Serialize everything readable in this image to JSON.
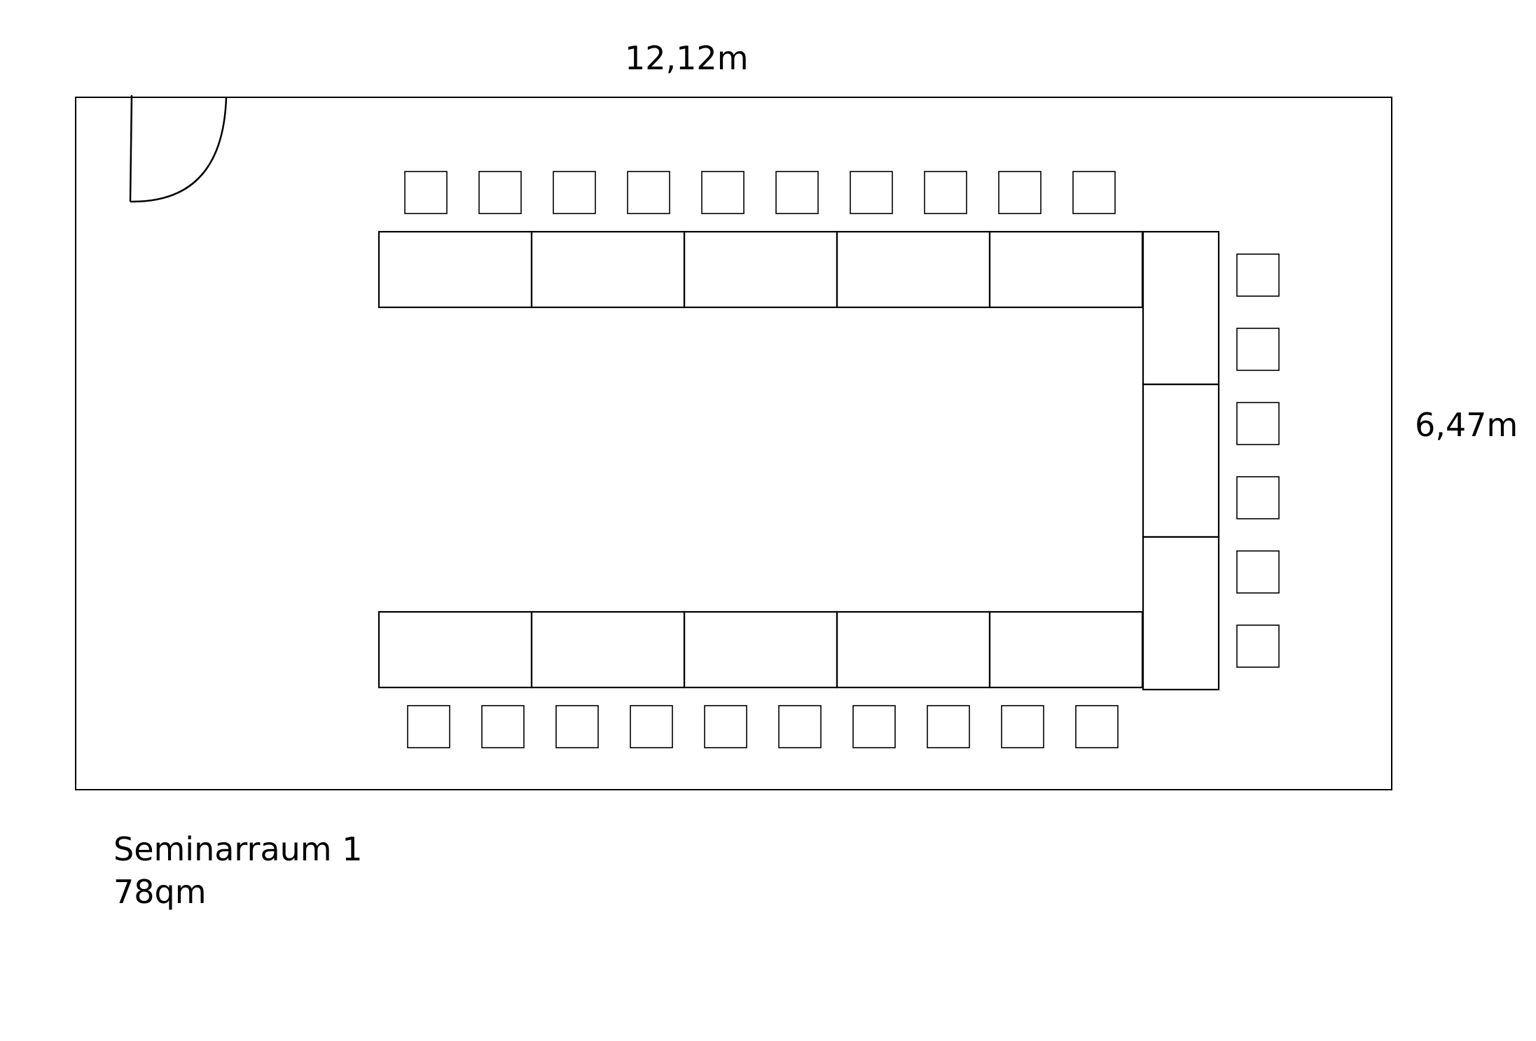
{
  "room": {
    "name": "Seminarraum 1",
    "area": "78qm",
    "width_label": "12,12m",
    "height_label": "6,47m"
  },
  "layout": {
    "style": "U-shape",
    "tables_top_row": 5,
    "tables_bottom_row": 5,
    "tables_right_column": 3,
    "chairs_top_row": 10,
    "chairs_bottom_row": 10,
    "chairs_right_column": 6
  },
  "colors": {
    "line": "#000000",
    "background": "#ffffff"
  }
}
